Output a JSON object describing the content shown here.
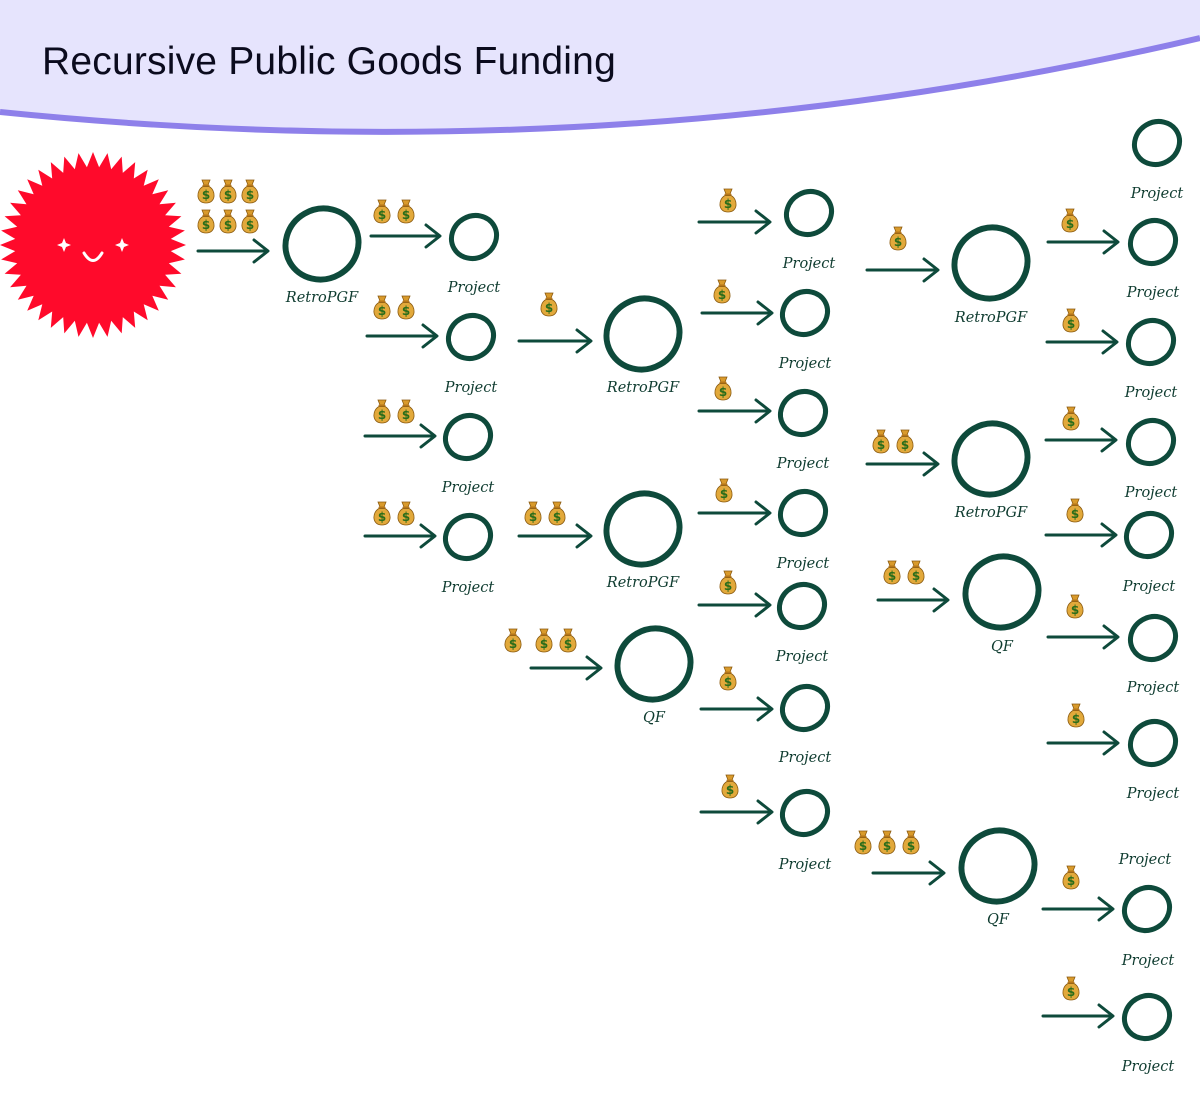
{
  "title": "Recursive Public Goods Funding",
  "colors": {
    "header_fill": "#e6e4fd",
    "header_line": "#8e80ea",
    "node_stroke": "#0e4a3b",
    "sun": "#ff0a2b",
    "bag": "#e2a93b"
  },
  "icons": {
    "source": "smiling-sun-icon",
    "funding": "money-bag-icon",
    "flow": "arrow-right-icon",
    "node": "circle-node-icon"
  },
  "labels": {
    "retropgf": "RetroPGF",
    "qf": "QF",
    "project": "Project",
    "currency_symbol": "$"
  },
  "flows": [
    {
      "from": "source",
      "to": "RetroPGF",
      "bags": 6
    },
    {
      "from": "RetroPGF",
      "to": "Project",
      "bags": 2
    },
    {
      "from": "RetroPGF",
      "to": "Project",
      "bags": 2
    },
    {
      "from": "RetroPGF",
      "to": "Project",
      "bags": 2
    },
    {
      "from": "RetroPGF",
      "to": "Project",
      "bags": 2
    },
    {
      "from": "Project",
      "to": "RetroPGF",
      "bags": 1
    },
    {
      "from": "Project",
      "to": "RetroPGF",
      "bags": 2
    },
    {
      "from": "Project",
      "to": "QF",
      "bags": 3
    },
    {
      "from": "RetroPGF",
      "to": "Project",
      "bags": 1
    },
    {
      "from": "RetroPGF",
      "to": "Project",
      "bags": 1
    },
    {
      "from": "RetroPGF",
      "to": "Project",
      "bags": 1
    },
    {
      "from": "RetroPGF",
      "to": "Project",
      "bags": 1
    },
    {
      "from": "RetroPGF",
      "to": "Project",
      "bags": 1
    },
    {
      "from": "QF",
      "to": "Project",
      "bags": 1
    },
    {
      "from": "QF",
      "to": "Project",
      "bags": 1
    },
    {
      "from": "Project",
      "to": "RetroPGF",
      "bags": 1
    },
    {
      "from": "Project",
      "to": "RetroPGF",
      "bags": 2
    },
    {
      "from": "Project",
      "to": "QF",
      "bags": 2
    },
    {
      "from": "Project",
      "to": "QF",
      "bags": 3
    },
    {
      "from": "RetroPGF",
      "to": "Project",
      "bags": 1
    },
    {
      "from": "RetroPGF",
      "to": "Project",
      "bags": 1
    },
    {
      "from": "RetroPGF",
      "to": "Project",
      "bags": 1
    },
    {
      "from": "RetroPGF",
      "to": "Project",
      "bags": 1
    },
    {
      "from": "QF",
      "to": "Project",
      "bags": 1
    },
    {
      "from": "QF",
      "to": "Project",
      "bags": 1
    },
    {
      "from": "QF",
      "to": "Project",
      "bags": 1
    },
    {
      "from": "QF",
      "to": "Project",
      "bags": 1
    }
  ]
}
